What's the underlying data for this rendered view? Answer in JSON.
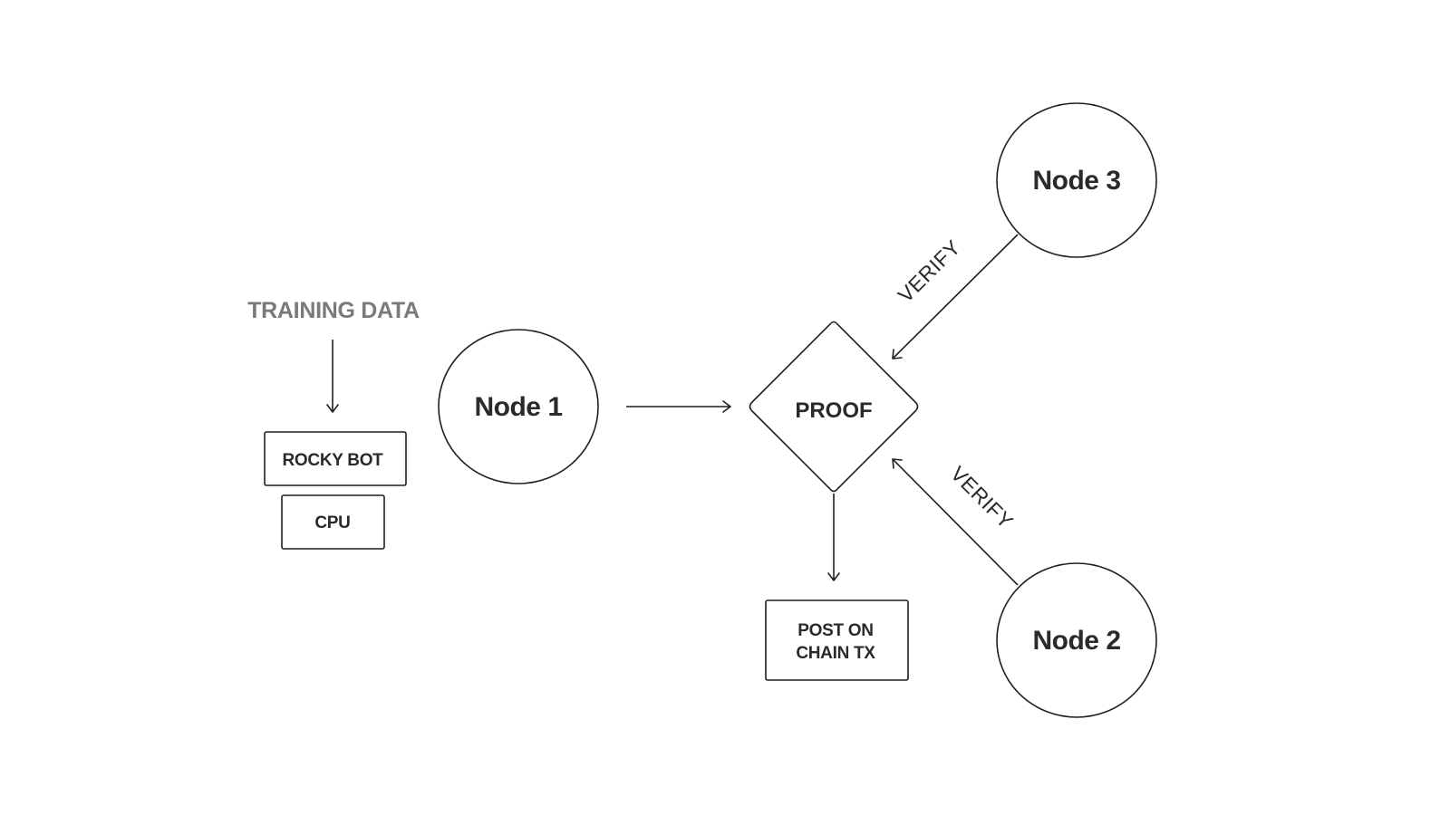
{
  "diagram": {
    "input_label": "TRAINING DATA",
    "boxes": {
      "rocky_bot": "ROCKY BOT",
      "cpu": "CPU",
      "post_tx_line1": "POST ON",
      "post_tx_line2": "CHAIN TX"
    },
    "nodes": {
      "node1": "Node 1",
      "node2": "Node 2",
      "node3": "Node 3"
    },
    "proof": "PROOF",
    "edges": {
      "verify_from_node3": "VERIFY",
      "verify_from_node2": "VERIFY"
    }
  }
}
